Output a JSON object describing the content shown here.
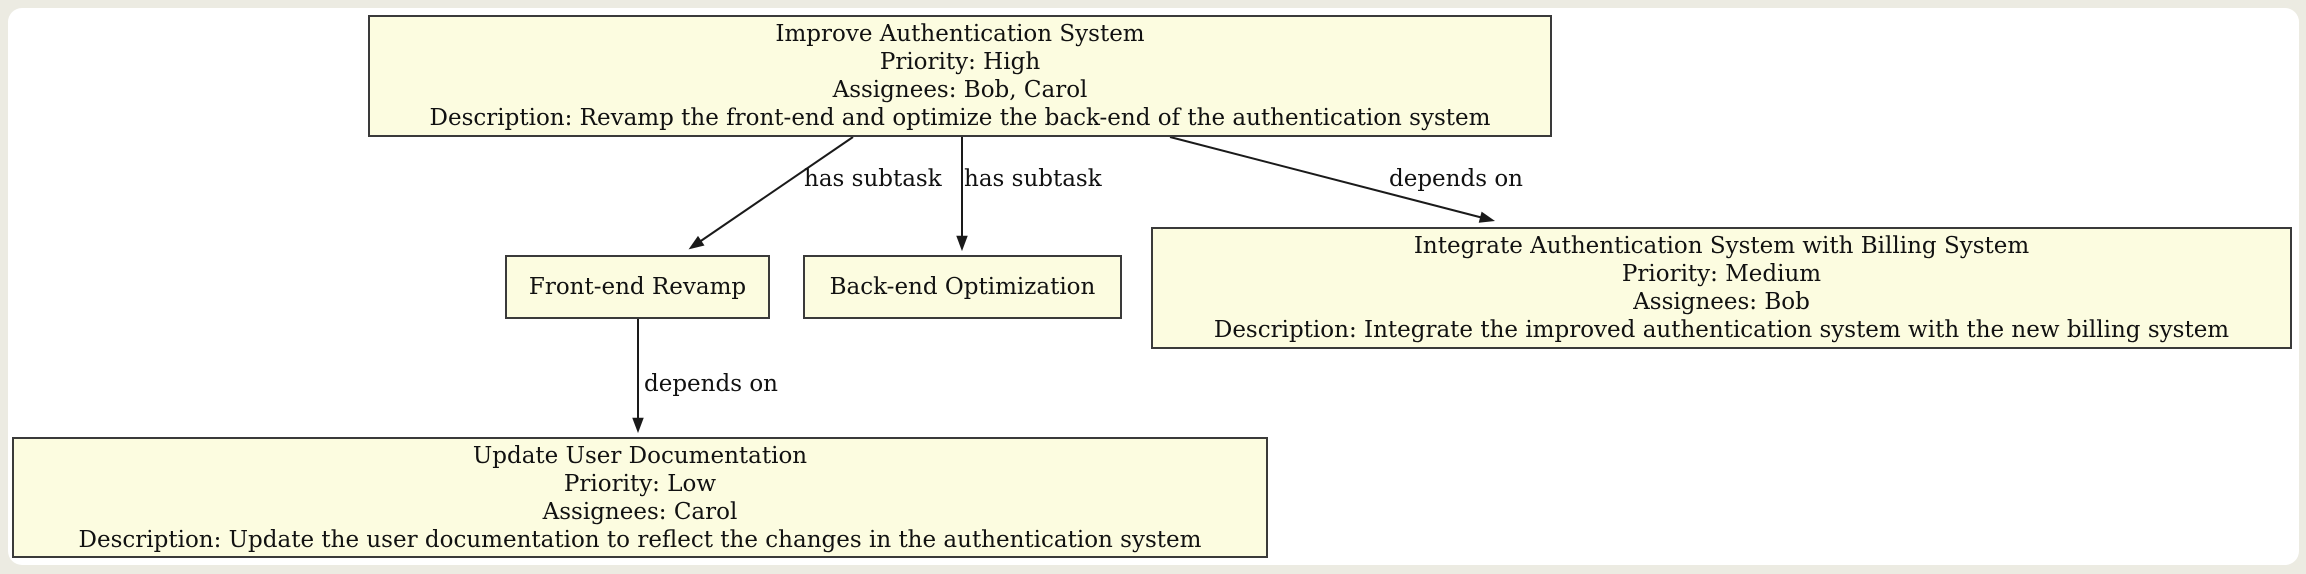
{
  "diagram_type": "task-dependency-graph",
  "colors": {
    "background": "#ECEBE2",
    "canvas": "#FFFFFF",
    "node_fill": "#FCFCE0",
    "node_border": "#3A3A3A",
    "edge": "#1A1A1A",
    "text": "#111111"
  },
  "nodes": {
    "improve_auth": {
      "lines": [
        "Improve Authentication System",
        "Priority: High",
        "Assignees: Bob, Carol",
        "Description: Revamp the front-end and optimize the back-end of the authentication system"
      ]
    },
    "frontend": {
      "lines": [
        "Front-end Revamp"
      ]
    },
    "backend": {
      "lines": [
        "Back-end Optimization"
      ]
    },
    "integrate": {
      "lines": [
        "Integrate Authentication System with Billing System",
        "Priority: Medium",
        "Assignees: Bob",
        "Description: Integrate the improved authentication system with the new billing system"
      ]
    },
    "update_docs": {
      "lines": [
        "Update User Documentation",
        "Priority: Low",
        "Assignees: Carol",
        "Description: Update the user documentation to reflect the changes in the authentication system"
      ]
    }
  },
  "edges": {
    "subtask_frontend": {
      "label": "has subtask",
      "from": "improve_auth",
      "to": "frontend"
    },
    "subtask_backend": {
      "label": "has subtask",
      "from": "improve_auth",
      "to": "backend"
    },
    "depends_integrate": {
      "label": "depends on",
      "from": "improve_auth",
      "to": "integrate"
    },
    "depends_docs": {
      "label": "depends on",
      "from": "frontend",
      "to": "update_docs"
    }
  }
}
